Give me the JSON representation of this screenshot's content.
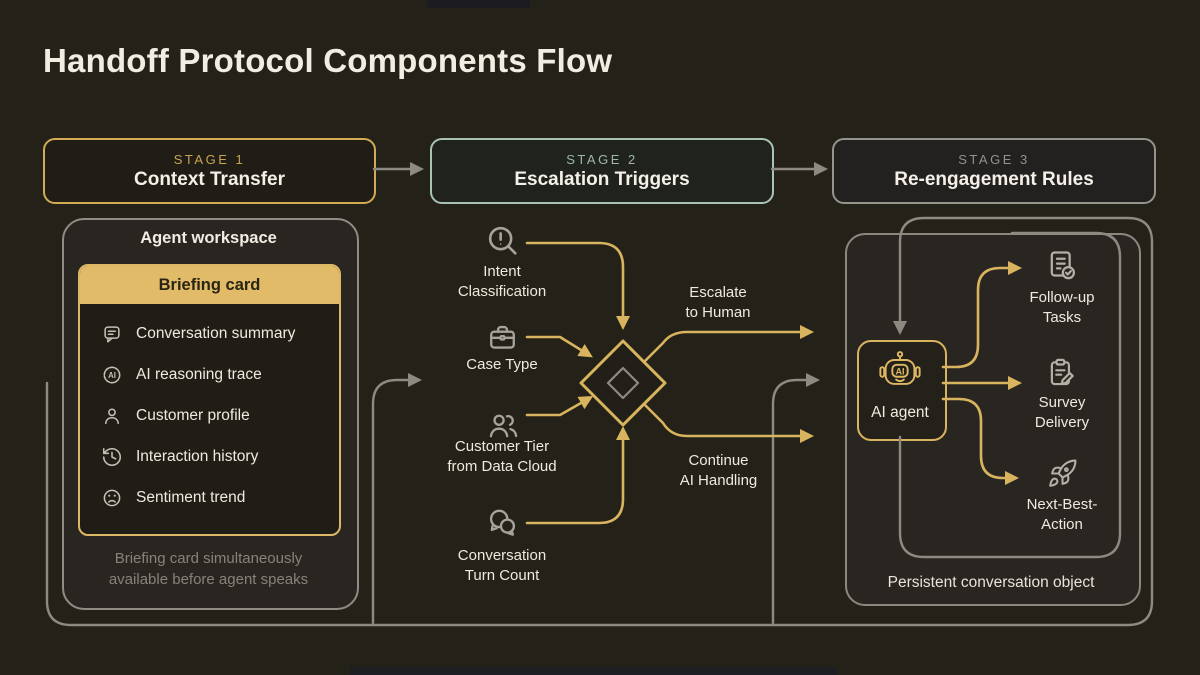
{
  "page_title": "Handoff Protocol Components Flow",
  "stages": [
    {
      "label": "STAGE 1",
      "title": "Context Transfer"
    },
    {
      "label": "STAGE 2",
      "title": "Escalation Triggers"
    },
    {
      "label": "STAGE 3",
      "title": "Re-engagement Rules"
    }
  ],
  "workspace": {
    "title": "Agent workspace",
    "briefing_card": {
      "header": "Briefing card",
      "items": [
        {
          "icon": "message-lines-icon",
          "label": "Conversation summary"
        },
        {
          "icon": "ai-seal-icon",
          "icon_text": "AI",
          "label": "AI reasoning trace"
        },
        {
          "icon": "person-icon",
          "label": "Customer profile"
        },
        {
          "icon": "history-icon",
          "label": "Interaction history"
        },
        {
          "icon": "frown-icon",
          "label": "Sentiment trend"
        }
      ]
    },
    "caption": {
      "line1": "Briefing card simultaneously",
      "line2": "available before agent speaks"
    }
  },
  "triggers": {
    "intent": {
      "icon": "search-alert-icon",
      "line1": "Intent",
      "line2": "Classification"
    },
    "case_type": {
      "icon": "briefcase-icon",
      "line1": "Case Type"
    },
    "customer_tier": {
      "icon": "people-icon",
      "line1": "Customer Tier",
      "line2": "from Data Cloud"
    },
    "turn_count": {
      "icon": "chat-bubbles-icon",
      "line1": "Conversation",
      "line2": "Turn Count"
    }
  },
  "outcomes": {
    "escalate": {
      "line1": "Escalate",
      "line2": "to Human"
    },
    "continue_ai": {
      "line1": "Continue",
      "line2": "AI Handling"
    }
  },
  "reengagement": {
    "agent": {
      "icon": "ai-robot-icon",
      "icon_text": "AI",
      "label": "AI agent"
    },
    "outputs": [
      {
        "icon": "task-check-icon",
        "line1": "Follow-up",
        "line2": "Tasks"
      },
      {
        "icon": "clipboard-pencil-icon",
        "line1": "Survey",
        "line2": "Delivery"
      },
      {
        "icon": "rocket-icon",
        "line1": "Next-Best-",
        "line2": "Action"
      }
    ],
    "container_label": "Persistent conversation object"
  },
  "colors": {
    "background": "#242119",
    "gold": "#d9b45f",
    "gold_header_fill": "#e2bb68",
    "teal": "#a9c3b2",
    "gray_line": "#8d8a81",
    "text_primary": "#f1ede3",
    "text_muted": "#86827a"
  }
}
